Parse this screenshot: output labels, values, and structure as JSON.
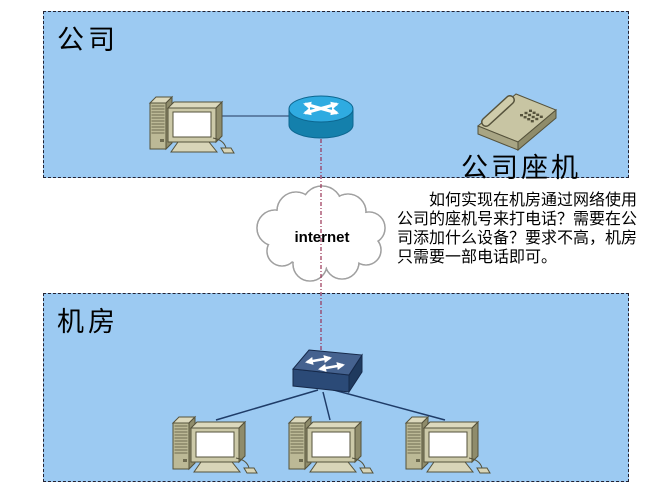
{
  "zones": {
    "company": {
      "label": "公司"
    },
    "machine_room": {
      "label": "机房"
    }
  },
  "cloud": {
    "label": "internet"
  },
  "phone_label": "公司座机",
  "note": {
    "lines": [
      "如何实现在机房通过网络使用",
      "公司的座机号来打电话？需要在公",
      "司添加什么设备？要求不高，机房",
      "只需要一部电话即可。"
    ]
  },
  "devices": {
    "company": [
      "pc",
      "router",
      "desk-phone"
    ],
    "machine_room": [
      "switch",
      "pc",
      "pc",
      "pc"
    ]
  },
  "colors": {
    "zone_fill": "#9CCAF2",
    "zone_border": "#222233",
    "pc_link": "#5F81A8",
    "lan_link": "#1F3C68",
    "wan_dashed_link": "#993355",
    "router_top": "#2FABE1",
    "router_body": "#1480AC",
    "switch_top": "#45628F",
    "switch_front": "#2B4A77",
    "device_beige": "#C8C5A3",
    "cloud_outline": "#A0A0A0"
  }
}
